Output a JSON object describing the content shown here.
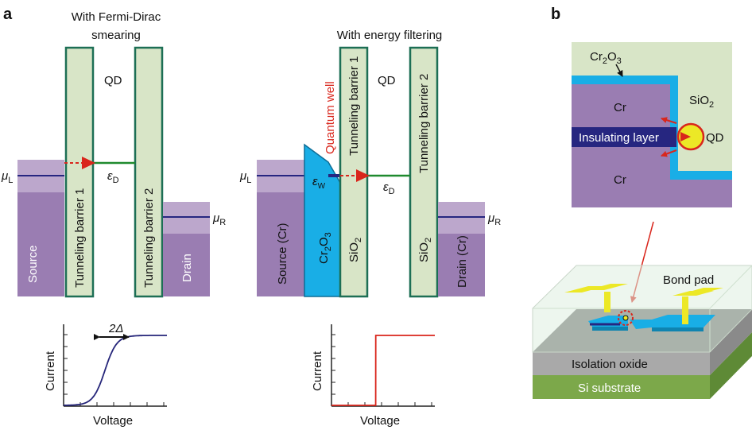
{
  "panel_a": {
    "label": "a",
    "left": {
      "title_line1": "With Fermi-Dirac",
      "title_line2": "smearing",
      "qd": "QD",
      "barrier1": "Tunneling barrier 1",
      "barrier2": "Tunneling barrier 2",
      "source": "Source",
      "drain": "Drain",
      "mu_l": "μ",
      "mu_l_sub": "L",
      "mu_r": "μ",
      "mu_r_sub": "R",
      "eps_d": "ε",
      "eps_d_sub": "D",
      "plot": {
        "ylabel": "Current",
        "xlabel": "Voltage",
        "width_label": "2Δ"
      }
    },
    "right": {
      "title": "With energy filtering",
      "qd": "QD",
      "quantum_well": "Quantum well",
      "barrier1": "Tunneling barrier 1",
      "barrier2": "Tunneling barrier 2",
      "source": "Source (Cr)",
      "drain": "Drain (Cr)",
      "cr2o3": "Cr",
      "cr2o3_sub1": "2",
      "cr2o3_mid": "O",
      "cr2o3_sub2": "3",
      "sio2": "SiO",
      "sio2_sub": "2",
      "mu_l": "μ",
      "mu_l_sub": "L",
      "mu_r": "μ",
      "mu_r_sub": "R",
      "eps_w": "ε",
      "eps_w_sub": "W",
      "eps_d": "ε",
      "eps_d_sub": "D",
      "plot": {
        "ylabel": "Current",
        "xlabel": "Voltage"
      }
    }
  },
  "panel_b": {
    "label": "b",
    "inset": {
      "cr2o3": "Cr",
      "cr2o3_sub1": "2",
      "cr2o3_mid": "O",
      "cr2o3_sub2": "3",
      "sio2": "SiO",
      "sio2_sub": "2",
      "cr_top": "Cr",
      "cr_bottom": "Cr",
      "insulating_layer": "Insulating layer",
      "qd": "QD"
    },
    "device": {
      "bond_pad": "Bond pad",
      "isolation_oxide": "Isolation oxide",
      "si_substrate": "Si substrate"
    }
  },
  "colors": {
    "barrier_fill": "#d8e5c7",
    "barrier_stroke": "#1d6f55",
    "contact_dark": "#9a7db2",
    "contact_light": "#bca7cc",
    "cr2o3_blue": "#19aee6",
    "navy": "#262680",
    "red": "#d9261c",
    "green_line": "#1f8a2e",
    "curve_blue": "#26267a",
    "curve_red": "#d9261c",
    "pad_yellow": "#ece826",
    "substrate_green": "#7ca84a",
    "oxide_gray": "#a9a9a9"
  },
  "chart_data": [
    {
      "type": "line",
      "title": "",
      "xlabel": "Voltage",
      "ylabel": "Current",
      "series": [
        {
          "shape": "sigmoid",
          "x": [
            0,
            2,
            4,
            5,
            6,
            7,
            8,
            10,
            14
          ],
          "values": [
            0,
            0,
            0.02,
            0.2,
            0.6,
            0.92,
            1,
            1,
            1
          ]
        }
      ],
      "annotation": "2Δ"
    },
    {
      "type": "line",
      "title": "",
      "xlabel": "Voltage",
      "ylabel": "Current",
      "series": [
        {
          "shape": "step",
          "x": [
            0,
            5.99,
            6,
            14
          ],
          "values": [
            0,
            0,
            1,
            1
          ]
        }
      ]
    }
  ]
}
